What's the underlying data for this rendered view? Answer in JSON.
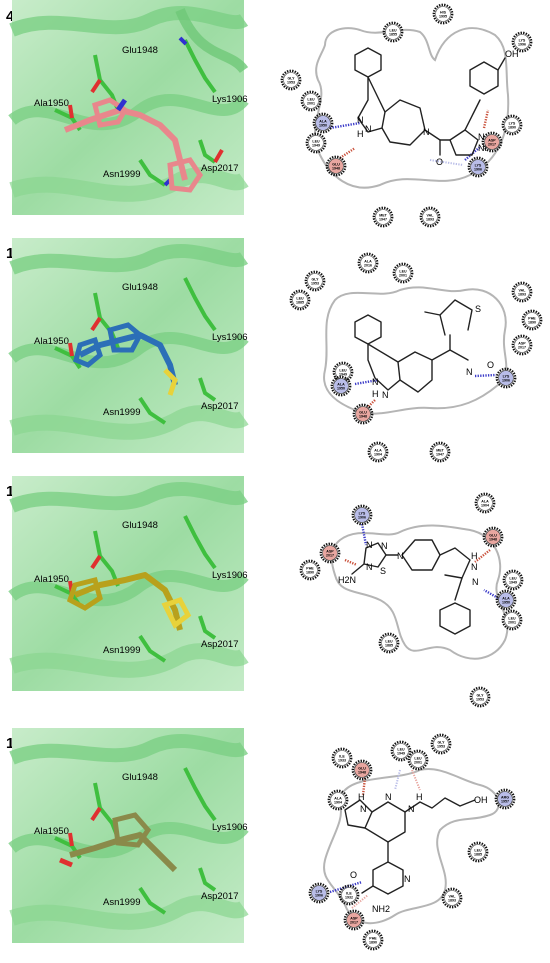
{
  "panels": [
    {
      "number": "4",
      "ligand_color": "#e8878c",
      "structure_labels": [
        "Glu1948",
        "Lys1906",
        "Ala1950",
        "Asp2017",
        "Asn1999"
      ],
      "residues": [
        {
          "line1": "HIS",
          "line2": "1995",
          "style": "plain"
        },
        {
          "line1": "LEU",
          "line2": "1855",
          "style": "plain"
        },
        {
          "line1": "LYS",
          "line2": "1996",
          "style": "plain"
        },
        {
          "line1": "GLY",
          "line2": "1953",
          "style": "plain"
        },
        {
          "line1": "LEU",
          "line2": "2001",
          "style": "plain"
        },
        {
          "line1": "ALA",
          "line2": "1950",
          "style": "blue"
        },
        {
          "line1": "LEU",
          "line2": "1949",
          "style": "plain"
        },
        {
          "line1": "GLU",
          "line2": "1948",
          "style": "red"
        },
        {
          "line1": "MET",
          "line2": "1947",
          "style": "plain"
        },
        {
          "line1": "VAL",
          "line2": "1893",
          "style": "plain"
        },
        {
          "line1": "LYS",
          "line2": "1906",
          "style": "blue"
        },
        {
          "line1": "ASP",
          "line2": "2017",
          "style": "red"
        },
        {
          "line1": "LYS",
          "line2": "1890",
          "style": "plain"
        }
      ],
      "atoms": [
        "N",
        "H",
        "N",
        "N",
        "N",
        "NH",
        "OH",
        "O"
      ]
    },
    {
      "number": "14",
      "ligand_color": "#2c6fb7",
      "structure_labels": [
        "Glu1948",
        "Lys1906",
        "Ala1950",
        "Asp2017",
        "Asn1999"
      ],
      "residues": [
        {
          "line1": "ALA",
          "line2": "2016",
          "style": "plain"
        },
        {
          "line1": "GLY",
          "line2": "1953",
          "style": "plain"
        },
        {
          "line1": "LEU",
          "line2": "2001",
          "style": "plain"
        },
        {
          "line1": "LEU",
          "line2": "1885",
          "style": "plain"
        },
        {
          "line1": "VAL",
          "line2": "1893",
          "style": "plain"
        },
        {
          "line1": "PHE",
          "line2": "1890",
          "style": "plain"
        },
        {
          "line1": "ASP",
          "line2": "2017",
          "style": "plain"
        },
        {
          "line1": "LYS",
          "line2": "1906",
          "style": "blue"
        },
        {
          "line1": "LEU",
          "line2": "1949",
          "style": "plain"
        },
        {
          "line1": "ALA",
          "line2": "1950",
          "style": "blue"
        },
        {
          "line1": "GLU",
          "line2": "1948",
          "style": "red"
        },
        {
          "line1": "ALA",
          "line2": "1904",
          "style": "plain"
        },
        {
          "line1": "MET",
          "line2": "1947",
          "style": "plain"
        }
      ],
      "atoms": [
        "N",
        "H",
        "N",
        "N",
        "O",
        "S"
      ]
    },
    {
      "number": "15",
      "ligand_color": "#b8a11c",
      "structure_labels": [
        "Glu1948",
        "Lys1906",
        "Ala1950",
        "Asp2017",
        "Asn1999"
      ],
      "residues": [
        {
          "line1": "LYS",
          "line2": "1906",
          "style": "blue"
        },
        {
          "line1": "ALA",
          "line2": "1904",
          "style": "plain"
        },
        {
          "line1": "GLU",
          "line2": "1948",
          "style": "red"
        },
        {
          "line1": "ASP",
          "line2": "2017",
          "style": "red"
        },
        {
          "line1": "PHE",
          "line2": "1890",
          "style": "plain"
        },
        {
          "line1": "LEU",
          "line2": "1949",
          "style": "plain"
        },
        {
          "line1": "ALA",
          "line2": "1950",
          "style": "blue"
        },
        {
          "line1": "LEU",
          "line2": "2001",
          "style": "plain"
        },
        {
          "line1": "LEU",
          "line2": "1885",
          "style": "plain"
        },
        {
          "line1": "GLY",
          "line2": "1953",
          "style": "plain"
        }
      ],
      "atoms": [
        "N",
        "N",
        "N",
        "S",
        "H2N",
        "N",
        "H",
        "N",
        "N"
      ]
    },
    {
      "number": "16",
      "ligand_color": "#8a8a4a",
      "structure_labels": [
        "Glu1948",
        "Lys1906",
        "Ala1950",
        "Asp2017",
        "Asn1999"
      ],
      "residues": [
        {
          "line1": "ILE",
          "line2": "1933",
          "style": "plain"
        },
        {
          "line1": "GLU",
          "line2": "1948",
          "style": "red"
        },
        {
          "line1": "LEU",
          "line2": "1949",
          "style": "plain"
        },
        {
          "line1": "LEU",
          "line2": "2001",
          "style": "plain"
        },
        {
          "line1": "GLY",
          "line2": "1953",
          "style": "plain"
        },
        {
          "line1": "ALA",
          "line2": "1904",
          "style": "plain"
        },
        {
          "line1": "ARG",
          "line2": "1957",
          "style": "blue"
        },
        {
          "line1": "LEU",
          "line2": "1885",
          "style": "plain"
        },
        {
          "line1": "LYS",
          "line2": "1906",
          "style": "blue"
        },
        {
          "line1": "ILE",
          "line2": "1932",
          "style": "plain"
        },
        {
          "line1": "ASP",
          "line2": "2017",
          "style": "red"
        },
        {
          "line1": "VAL",
          "line2": "1893",
          "style": "plain"
        },
        {
          "line1": "PHE",
          "line2": "1890",
          "style": "plain"
        }
      ],
      "atoms": [
        "H",
        "N",
        "N",
        "N",
        "H",
        "OH",
        "N",
        "O",
        "NH2"
      ]
    }
  ],
  "colors": {
    "protein_green": "#6fcf7a",
    "protein_light": "#bfe9c2",
    "carbon_green": "#3fbf3f",
    "oxygen": "#e03030",
    "nitrogen": "#3030d0",
    "sulfur": "#e8d23a",
    "pocket_line": "#b5b5b5",
    "hbond_blue": "#3a3ac8",
    "hbond_red": "#c9503a",
    "disc_blue": "#b9bde8",
    "disc_red": "#e8a6a0"
  }
}
